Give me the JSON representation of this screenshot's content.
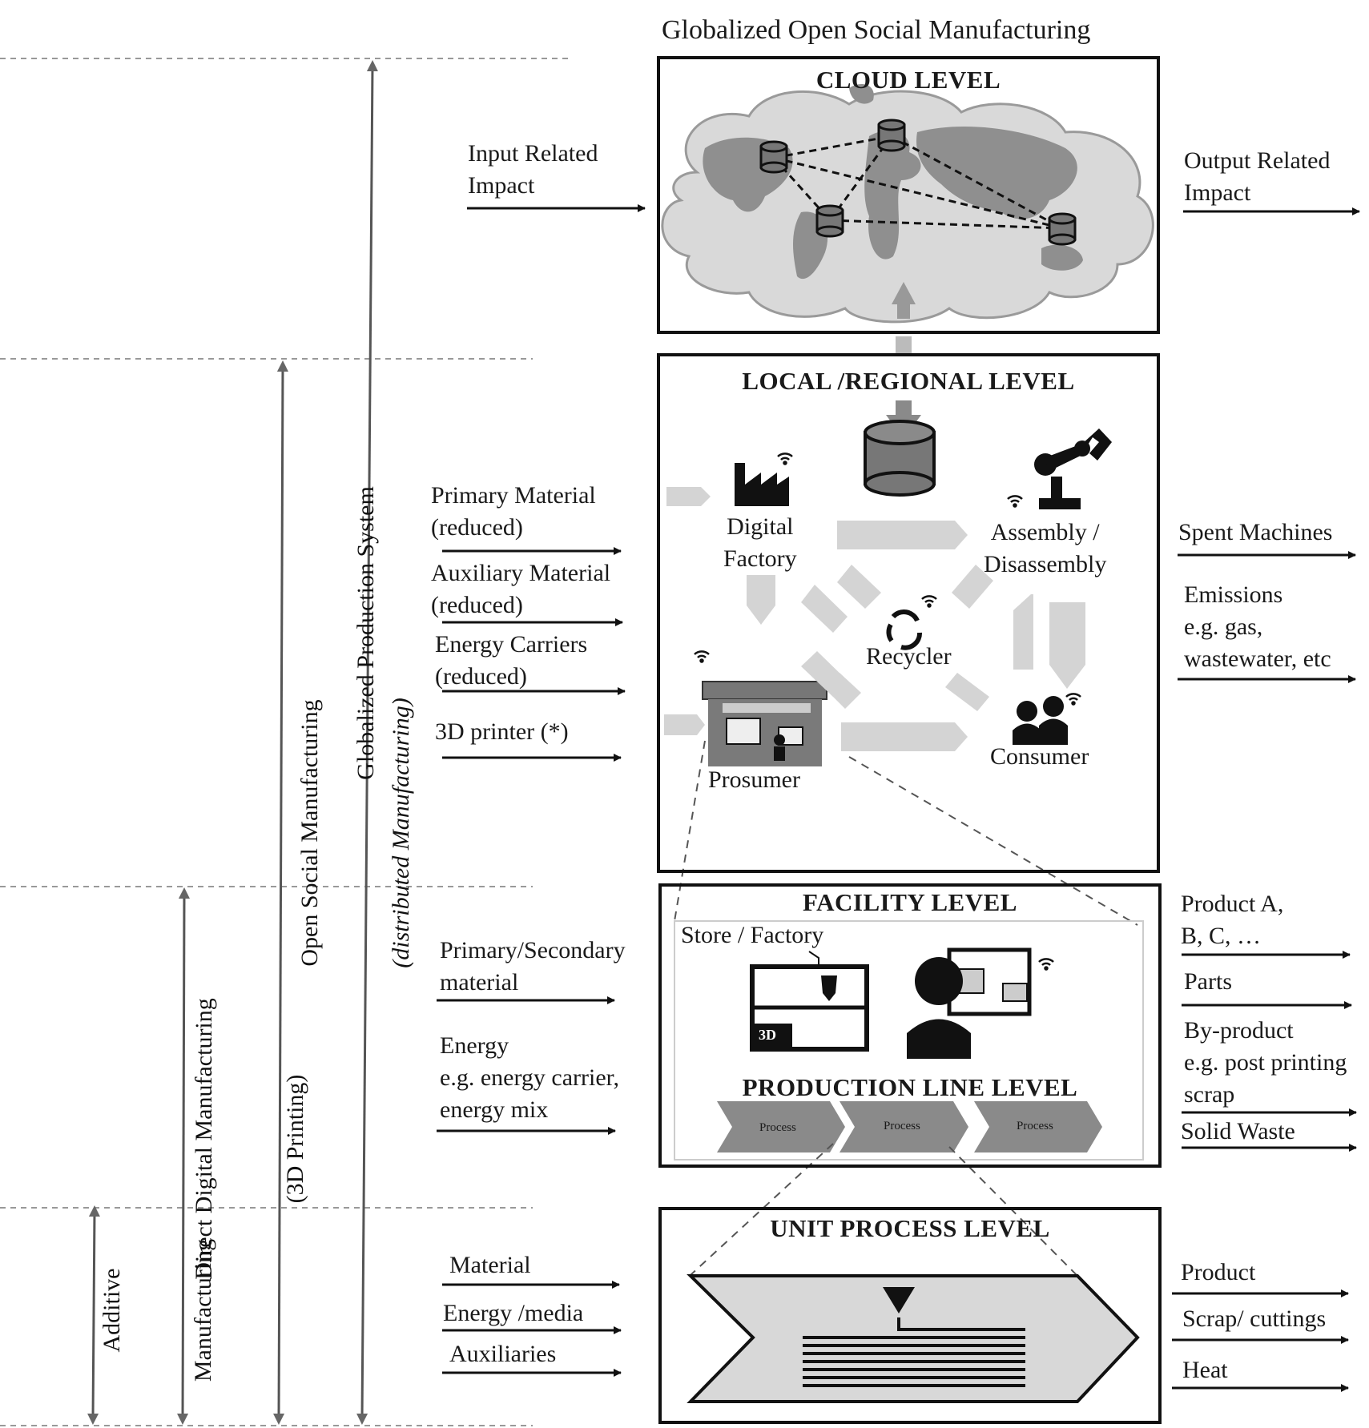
{
  "title": "Globalized Open Social Manufacturing",
  "scale_axes": [
    {
      "label": "Globalized Production System"
    },
    {
      "label_line1": "Open Social Manufacturing",
      "label_line2": "(distributed Manufacturing)"
    },
    {
      "label_line1": "Direct Digital Manufacturing",
      "label_line2": "(3D Printing)"
    },
    {
      "label_line1": "Additive",
      "label_line2": "Manufacturing"
    }
  ],
  "levels": {
    "cloud": {
      "title": "CLOUD LEVEL",
      "inputs": [
        "Input Related\nImpact"
      ],
      "outputs": [
        "Output Related\nImpact"
      ]
    },
    "local": {
      "title": "LOCAL /REGIONAL LEVEL",
      "actors": {
        "digital_factory": "Digital\nFactory",
        "assembly": "Assembly /\nDisassembly",
        "recycler": "Recycler",
        "prosumer": "Prosumer",
        "consumer": "Consumer"
      },
      "inputs": [
        "Primary Material\n(reduced)",
        "Auxiliary Material\n(reduced)",
        "Energy Carriers\n(reduced)",
        "3D printer (*)"
      ],
      "outputs": [
        "Spent Machines",
        "Emissions\ne.g. gas,\nwastewater, etc"
      ]
    },
    "facility": {
      "title": "FACILITY LEVEL",
      "subtitle": "Store / Factory",
      "printer_label": "3D",
      "production_line_title": "PRODUCTION LINE LEVEL",
      "processes": [
        "Process",
        "Process",
        "Process"
      ],
      "inputs": [
        "Primary/Secondary\nmaterial",
        "Energy\ne.g. energy carrier,\nenergy mix"
      ],
      "outputs": [
        "Product A,\nB, C, …",
        "Parts",
        "By-product\ne.g. post printing\nscrap",
        "Solid Waste"
      ]
    },
    "unit": {
      "title": "UNIT PROCESS LEVEL",
      "inputs": [
        "Material",
        "Energy /media",
        "Auxiliaries"
      ],
      "outputs": [
        "Product",
        "Scrap/ cuttings",
        "Heat"
      ]
    }
  },
  "colors": {
    "dark": "#111111",
    "grey": "#8a8a8a",
    "light": "#d6d6d6",
    "dash": "#888888"
  }
}
